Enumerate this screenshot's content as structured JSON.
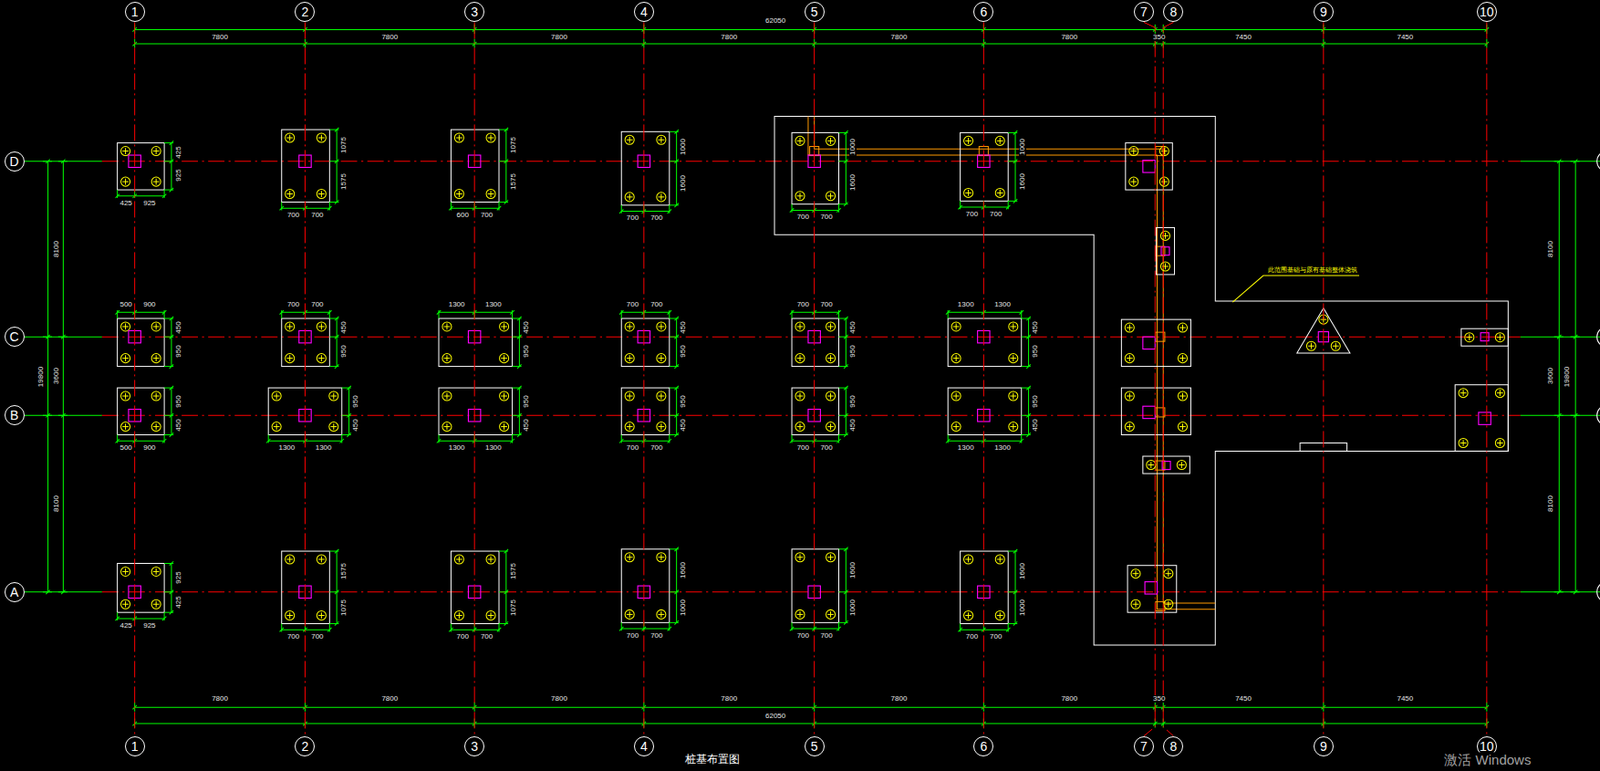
{
  "diagram": {
    "title": "桩基布置图",
    "nodes": [
      {
        "text": [
          "1"
        ]
      },
      {
        "text": [
          "2"
        ]
      },
      {
        "text": [
          "3"
        ]
      },
      {
        "text": [
          "4"
        ]
      },
      {
        "text": [
          "5"
        ]
      },
      {
        "text": [
          "6"
        ]
      },
      {
        "text": [
          "7"
        ]
      },
      {
        "text": [
          "8"
        ]
      },
      {
        "text": [
          "9"
        ]
      },
      {
        "text": [
          "10"
        ]
      },
      {
        "text": [
          "D"
        ]
      },
      {
        "text": [
          "C"
        ]
      },
      {
        "text": [
          "B"
        ]
      },
      {
        "text": [
          "A"
        ]
      },
      {
        "text": [
          "1"
        ]
      },
      {
        "text": [
          "2"
        ]
      },
      {
        "text": [
          "3"
        ]
      },
      {
        "text": [
          "4"
        ]
      },
      {
        "text": [
          "5"
        ]
      },
      {
        "text": [
          "6"
        ]
      },
      {
        "text": [
          "7"
        ]
      },
      {
        "text": [
          "8"
        ]
      },
      {
        "text": [
          "9"
        ]
      },
      {
        "text": [
          "10"
        ]
      }
    ],
    "edges": [
      {
        "from": 0,
        "to": 14,
        "arrow": "none"
      },
      {
        "from": 1,
        "to": 15,
        "arrow": "none"
      },
      {
        "from": 2,
        "to": 16,
        "arrow": "none"
      },
      {
        "from": 3,
        "to": 17,
        "arrow": "none"
      },
      {
        "from": 4,
        "to": 18,
        "arrow": "none"
      },
      {
        "from": 5,
        "to": 19,
        "arrow": "none"
      },
      {
        "from": 6,
        "to": 20,
        "arrow": "none"
      },
      {
        "from": 7,
        "to": 21,
        "arrow": "none"
      },
      {
        "from": 8,
        "to": 22,
        "arrow": "none"
      },
      {
        "from": 9,
        "to": 23,
        "arrow": "none"
      }
    ],
    "labels": [
      "7800",
      "7800",
      "7800",
      "7800",
      "7800",
      "7800",
      "350",
      "7450",
      "7450",
      "62050",
      "7800",
      "7800",
      "7800",
      "7800",
      "7800",
      "7800",
      "350",
      "7450",
      "7450",
      "62050",
      "8100",
      "3600",
      "8100",
      "19800",
      "8100",
      "3600",
      "8100",
      "19800",
      "此范围基础与原有基础整体浇筑",
      "激活 Windows",
      "425",
      "925",
      "425",
      "925",
      "700",
      "700",
      "1075",
      "1575",
      "600",
      "700",
      "1075",
      "1575",
      "700",
      "700",
      "1000",
      "1600",
      "700",
      "700",
      "1000",
      "1600",
      "700",
      "700",
      "1000",
      "1600",
      "500",
      "900",
      "450",
      "950",
      "700",
      "700",
      "450",
      "950",
      "1300",
      "1300",
      "450",
      "950",
      "700",
      "700",
      "450",
      "950",
      "700",
      "700",
      "450",
      "950",
      "1300",
      "1300",
      "450",
      "950",
      "500",
      "900",
      "950",
      "450",
      "1300",
      "1300",
      "950",
      "450",
      "1300",
      "1300",
      "950",
      "450",
      "700",
      "700",
      "950",
      "450",
      "700",
      "700",
      "950",
      "450",
      "1300",
      "1300",
      "950",
      "450",
      "425",
      "925",
      "925",
      "425",
      "700",
      "700",
      "1575",
      "1075",
      "700",
      "700",
      "1575",
      "1075",
      "700",
      "700",
      "1600",
      "1000",
      "700",
      "700",
      "1600",
      "1000",
      "700",
      "700",
      "1600",
      "1000"
    ]
  }
}
